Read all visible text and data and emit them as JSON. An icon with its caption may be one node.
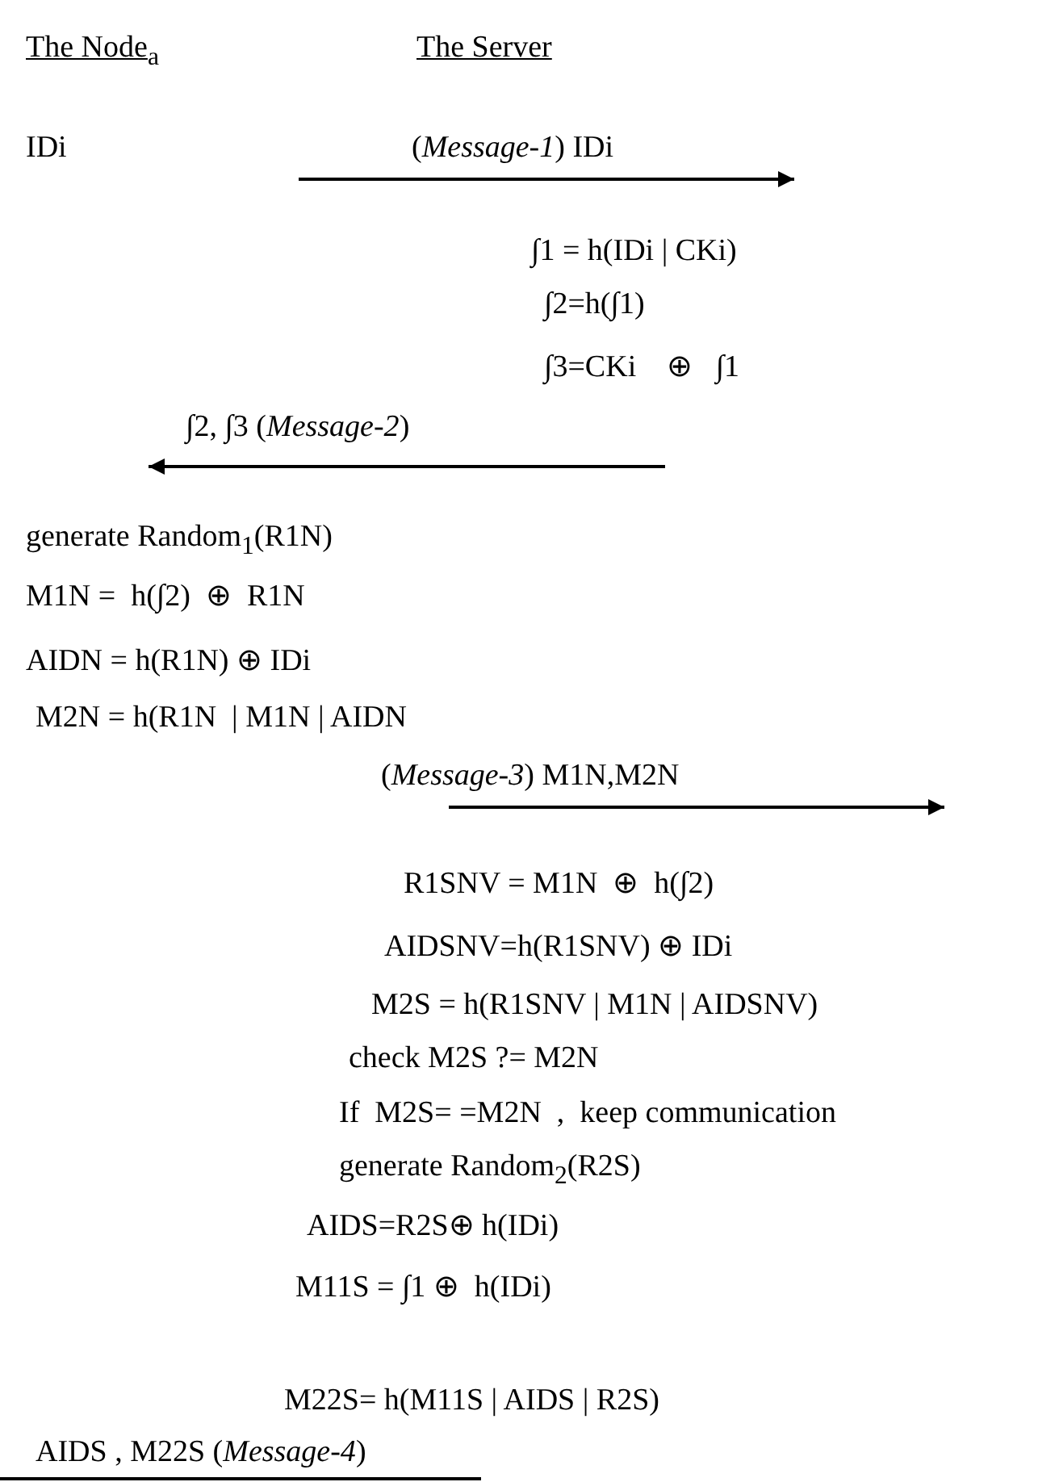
{
  "diagram": {
    "labels": [
      "The Node$_{a}$",
      "The Server",
      "IDi",
      "(*Message-1*) IDi",
      "∫1 = h(IDi | CKi)",
      "∫2=h(∫1)",
      "∫3=CKi    ⊕   ∫1",
      "∫2, ∫3 (*Message-2*)",
      "generate Random$_{1}$(R1N)",
      "M1N =  h(∫2)  ⊕  R1N",
      "AIDN = h(R1N) ⊕ IDi",
      "M2N = h(R1N  | M1N | AIDN",
      "(*Message-3*) M1N,M2N",
      "R1SNV = M1N  ⊕  h(∫2)",
      "AIDSNV=h(R1SNV) ⊕ IDi",
      "M2S = h(R1SNV | M1N | AIDSNV)",
      "check M2S ?= M2N",
      "If  M2S= =M2N  ,  keep communication",
      "generate Random$_{2}$(R2S)",
      "AIDS=R2S⊕ h(IDi)",
      "M11S = ∫1 ⊕  h(IDi)",
      "M22S= h(M11S | AIDS | R2S)",
      "AIDS , M22S (*Message-4*)"
    ]
  }
}
